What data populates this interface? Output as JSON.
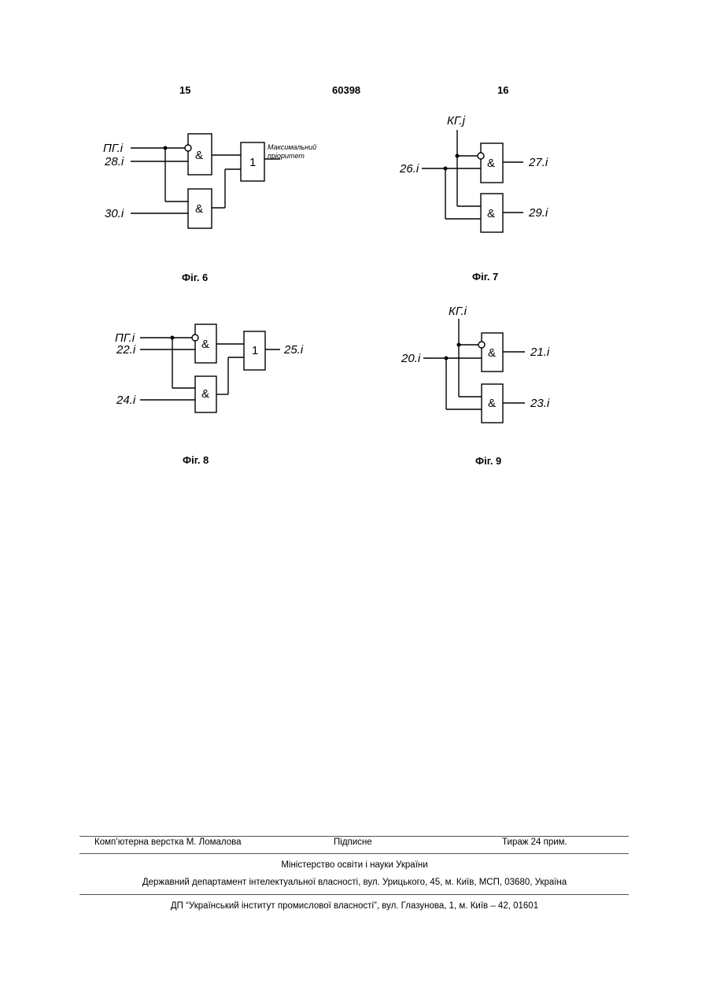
{
  "header": {
    "left_page": "15",
    "patent_number": "60398",
    "right_page": "16"
  },
  "fig6": {
    "caption": "Фіг. 6",
    "in_a": "ПГ.і",
    "in_b": "28.і",
    "in_c": "30.і",
    "and_symbol": "&",
    "or_symbol": "1",
    "output_line1": "Максимальний",
    "output_line2": "пріоритет"
  },
  "fig7": {
    "caption": "Фіг. 7",
    "in_top": "КГ.j",
    "in_left": "26.і",
    "out_1": "27.і",
    "out_2": "29.і",
    "and_symbol": "&"
  },
  "fig8": {
    "caption": "Фіг. 8",
    "in_a": "ПГ.і",
    "in_b": "22.і",
    "in_c": "24.і",
    "out": "25.і",
    "and_symbol": "&",
    "or_symbol": "1"
  },
  "fig9": {
    "caption": "Фіг. 9",
    "in_top": "КГ.і",
    "in_left": "20.і",
    "out_1": "21.і",
    "out_2": "23.і",
    "and_symbol": "&"
  },
  "footer": {
    "typesetting": "Комп’ютерна верстка М. Ломалова",
    "signed": "Підписне",
    "circulation": "Тираж 24 прим.",
    "ministry": "Міністерство освіти і науки України",
    "department": "Державний департамент інтелектуальної власності, вул. Урицького, 45, м. Київ, МСП, 03680, Україна",
    "institute": "ДП “Український інститут промислової власності”, вул. Глазунова, 1, м. Київ – 42, 01601"
  }
}
